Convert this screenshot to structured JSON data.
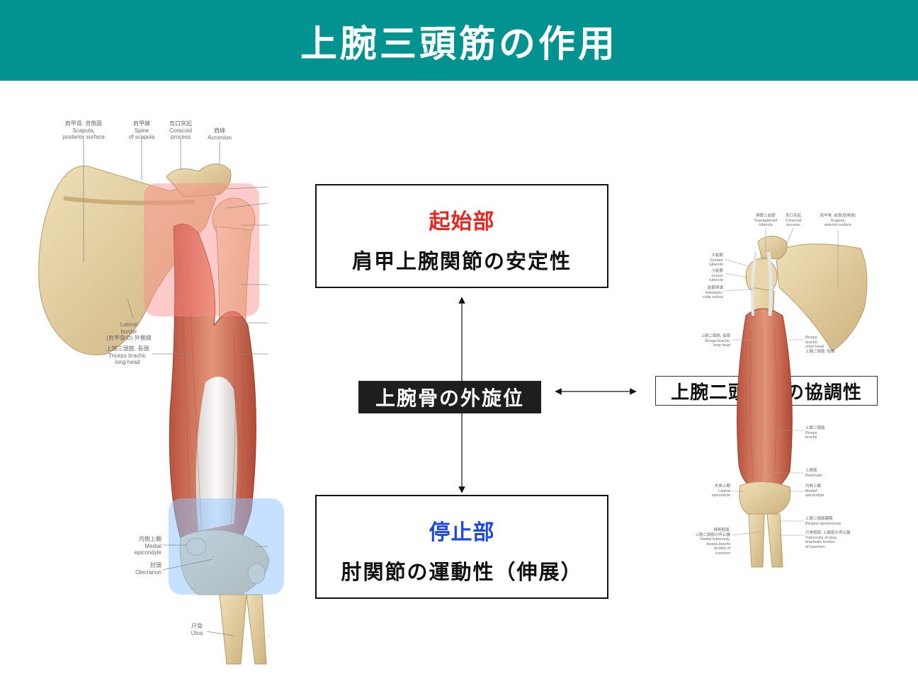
{
  "title": "上腕三頭筋の作用",
  "origin_box": {
    "heading": "起始部",
    "body": "肩甲上腕関節の安定性"
  },
  "insertion_box": {
    "heading": "停止部",
    "body": "肘関節の運動性（伸展）"
  },
  "center_label": "上腕骨の外旋位",
  "side_label": "上腕二頭筋との協調性",
  "colors": {
    "header": "#029290",
    "origin_heading": "#e8261f",
    "insertion_heading": "#1c49e2",
    "origin_highlight": "#ff8a8a",
    "insertion_highlight": "#8cc3ff"
  },
  "left_illustration": {
    "labels": [
      "肩甲骨, 背側面\nScapula,\nposterior surface",
      "肩甲棘\nSpine\nof scapula",
      "烏口突起\nCoracoid\nprocess",
      "肩峰\nAcromion",
      "Lateral\nborder\n(肩甲骨の) 外側縁",
      "上腕三頭筋, 長頭\nTriceps brachii,\nlong head",
      "内側上顆\nMedial\nepicondyle",
      "肘頭\nOlecranon",
      "尺骨\nUlna"
    ]
  },
  "right_illustration": {
    "labels": [
      "関節上結節\nSupraglenoid\ntubercle",
      "烏口突起\nCoracoid\nprocess",
      "肩甲骨, 前面(肋骨面)\nScapula,\nanterior surface",
      "大結節\nGreater\ntubercle",
      "小結節\nLesser\ntubercle",
      "結節間溝\nIntertuber-\ncular sulcus",
      "上腕二頭筋, 長頭\nBiceps brachii,\nlong head",
      "Biceps\nbrachii,\nshort head\n上腕二頭筋, 短頭",
      "上腕二頭筋\nBiceps\nbrachii",
      "上腕筋\nBrachialis",
      "外側上顆\nLateral\nepicondyle",
      "内側上顆\nMedial\nepicondyle",
      "上腕二頭筋腱膜\nBicipital aponeurosis",
      "橈骨粗面,\n上腕二頭筋の停止腱\nRadial tuberosity,\nbiceps brachii\ntendon of\ninsertion",
      "尺骨粗面, 上腕筋の停止腱\nTuberosity of ulna,\nbrachialis tendon\nof insertion"
    ]
  }
}
